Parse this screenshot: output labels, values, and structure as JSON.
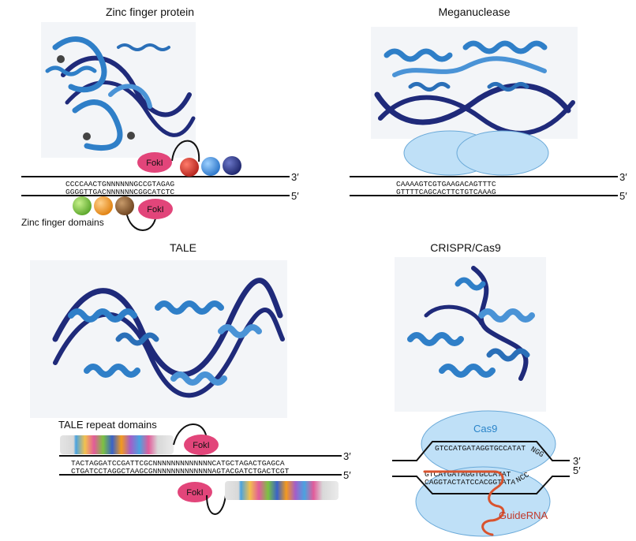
{
  "panels": {
    "zfp": {
      "title": "Zinc finger protein",
      "fokl_top": "FokI",
      "fokl_bottom": "FokI",
      "seq_top": "CCCCAACTGNNNNNNGCCGTAGAG",
      "seq_bottom": "GGGGTTGACNNNNNNCGGCATCTC",
      "end_top": "3′",
      "end_bottom": "5′",
      "domains_label": "Zinc finger domains"
    },
    "meganuclease": {
      "title": "Meganuclease",
      "seq_top": "CAAAAGTCGTGAAGACAGTTTC",
      "seq_bottom": "GTTTTCAGCACTTCTGTCAAAG",
      "end_top": "3′",
      "end_bottom": "5′"
    },
    "tale": {
      "title": "TALE",
      "repeat_label": "TALE repeat domains",
      "fokl_top": "FokI",
      "fokl_bottom": "FokI",
      "seq_top": "TACTAGGATCCGATTCGCNNNNNNNNNNNNNCATGCTAGACTGAGCA",
      "seq_bottom": "CTGATCCTAGGCTAAGCGNNNNNNNNNNNNNAGTACGATCTGACTCGT",
      "end_top": "3′",
      "end_bottom": "5′"
    },
    "crispr": {
      "title": "CRISPR/Cas9",
      "cas9_label": "Cas9",
      "seq_top": "GTCCATGATAGGTGCCATAT",
      "pam_top": "NGG",
      "rna_seq": "GTCATGATAGGTGCCATAT",
      "seq_bottom": "CAGGTACTATCCACGGTATA",
      "pam_bottom": "NCC",
      "end_top": "3′",
      "end_bottom": "5′",
      "guide_label": "GuideRNA"
    }
  },
  "colors": {
    "protein_blue": "#2f7fc8",
    "dna_navy": "#1f2a7a",
    "fokl_pink": "#e2457a",
    "cas9_fill": "#bfe0f7",
    "cas9_text": "#2a84c9",
    "guide_red": "#d9532e",
    "zf_red": "#c62828",
    "zf_blue": "#3a8ee0",
    "zf_navy": "#232f7a",
    "zf_green": "#7cc242",
    "zf_orange": "#f39a1e",
    "zf_brown": "#8a5a2b"
  },
  "icons": {
    "protein_structure": "ribbon-structure-icon",
    "fokl": "fokl-nuclease-icon"
  }
}
